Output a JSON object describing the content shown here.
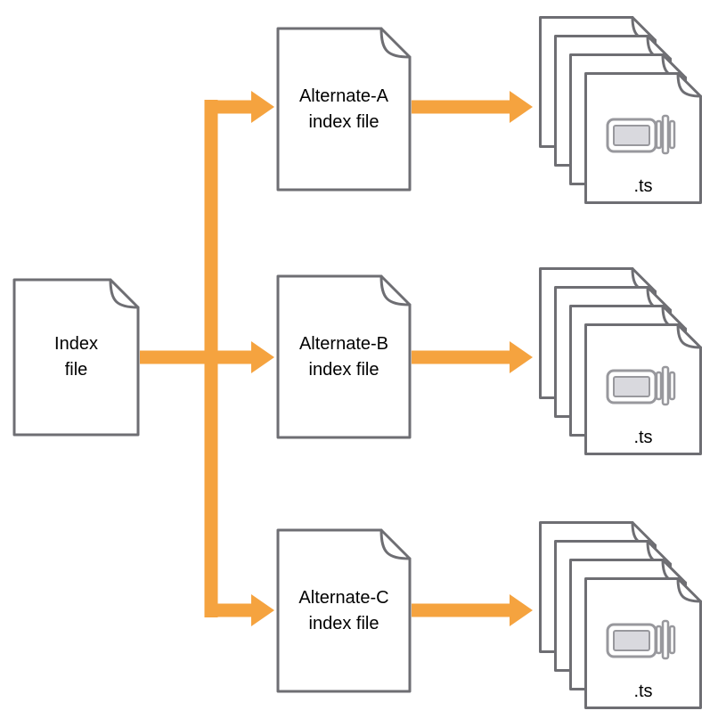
{
  "diagram": {
    "index_node": {
      "line1": "Index",
      "line2": "file"
    },
    "alternates": [
      {
        "id": "A",
        "line1": "Alternate-A",
        "line2": "index file"
      },
      {
        "id": "B",
        "line1": "Alternate-B",
        "line2": "index file"
      },
      {
        "id": "C",
        "line1": "Alternate-C",
        "line2": "index file"
      }
    ],
    "segment_stacks": [
      {
        "label": ".ts",
        "pages": 4
      },
      {
        "label": ".ts",
        "pages": 4
      },
      {
        "label": ".ts",
        "pages": 4
      }
    ]
  },
  "colors": {
    "arrow": "#F5A33F",
    "outline": "#6E6E73",
    "camera": "#98989D",
    "screen": "#D9D9DE",
    "text": "#000000",
    "background": "#FFFFFF"
  },
  "icons": {
    "document": "document-icon",
    "camera": "video-camera-icon",
    "arrow": "flow-arrow"
  }
}
